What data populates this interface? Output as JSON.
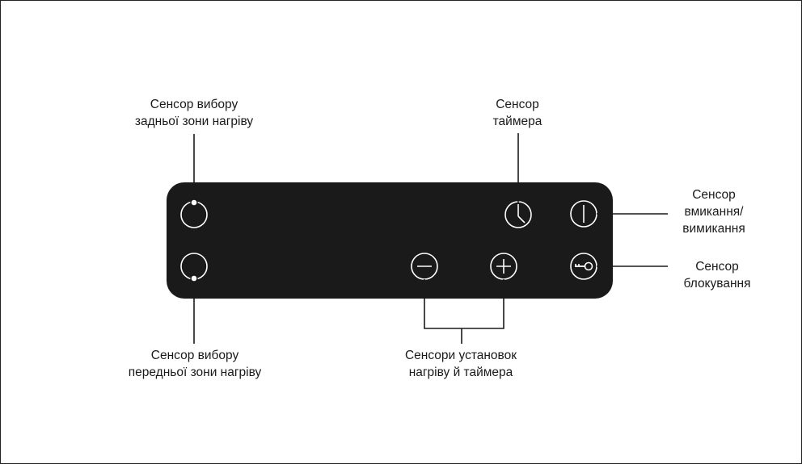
{
  "colors": {
    "panel": "#1a1a1a",
    "sensor_stroke": "#ffffff",
    "line": "#1a1a1a",
    "text": "#1a1a1a"
  },
  "labels": {
    "rear_zone": [
      "Сенсор вибору",
      "задньої зони нагріву"
    ],
    "timer": [
      "Сенсор",
      "таймера"
    ],
    "power": [
      "Сенсор",
      "вмикання/",
      "вимикання"
    ],
    "lock": [
      "Сенсор",
      "блокування"
    ],
    "front_zone": [
      "Сенсор вибору",
      "передньої зони нагріву"
    ],
    "settings": [
      "Сенсори установок",
      "нагріву й таймера"
    ]
  },
  "icons": {
    "rear_zone": "circle-icon",
    "front_zone": "circle-icon",
    "timer": "clock-icon",
    "power": "power-icon",
    "minus": "minus-icon",
    "plus": "plus-icon",
    "lock": "key-icon"
  }
}
